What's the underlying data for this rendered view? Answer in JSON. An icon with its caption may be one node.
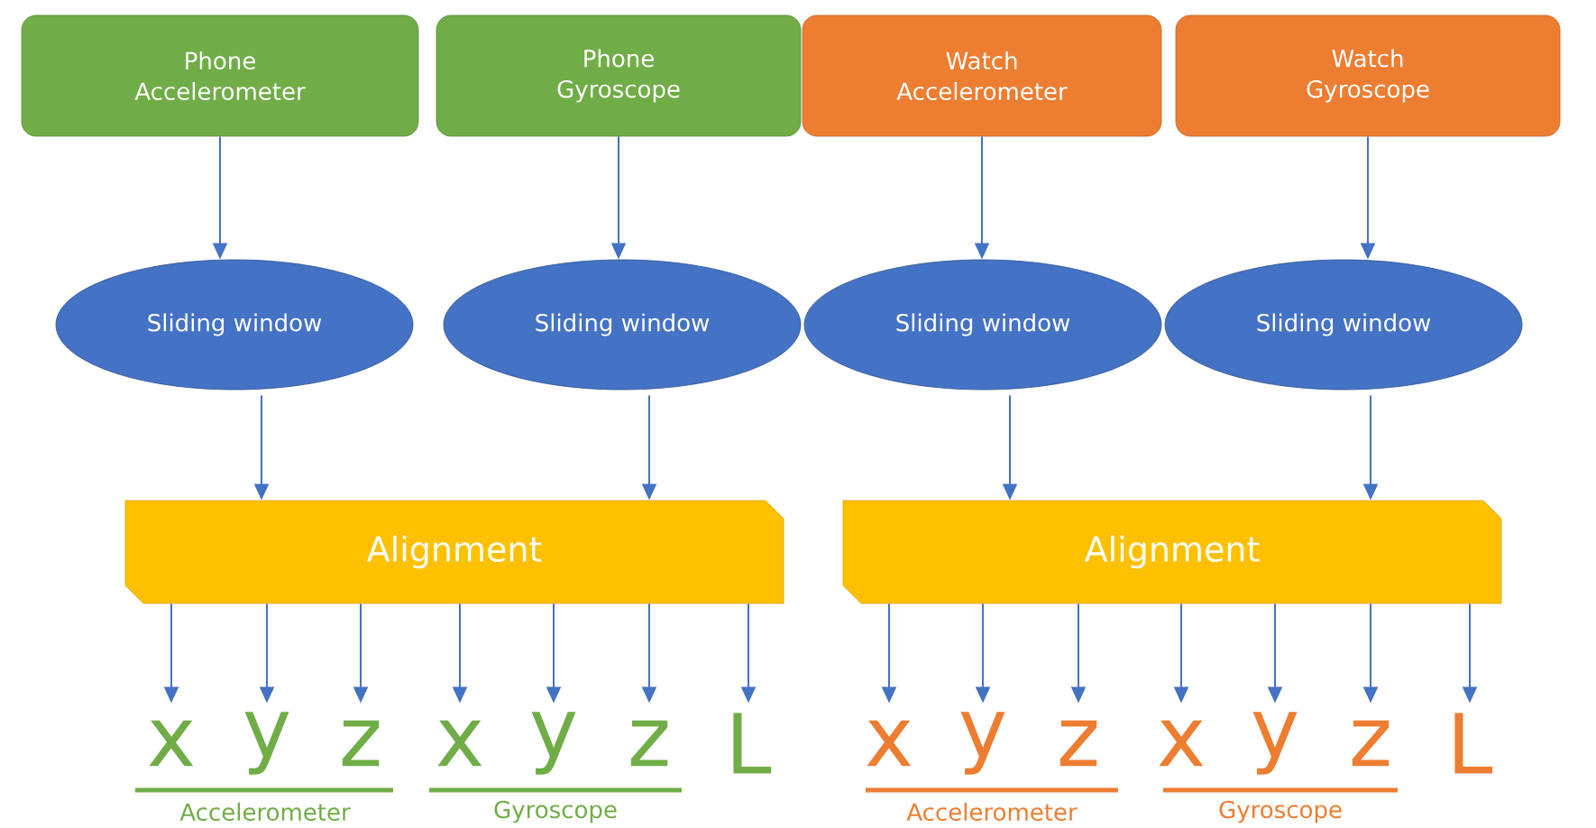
{
  "diagram": {
    "nodes": [
      {
        "text": [
          "Phone Accelerometer"
        ]
      },
      {
        "text": [
          "Phone Gyroscope"
        ]
      },
      {
        "text": [
          "Watch Accelerometer"
        ]
      },
      {
        "text": [
          "Watch Gyroscope"
        ]
      },
      {
        "text": [
          "Sliding window"
        ]
      },
      {
        "text": [
          "Sliding window"
        ]
      },
      {
        "text": [
          "Sliding window"
        ]
      },
      {
        "text": [
          "Sliding window"
        ]
      },
      {
        "text": [
          "Alignment"
        ]
      },
      {
        "text": [
          "Alignment"
        ]
      },
      {
        "text": [
          "x"
        ]
      },
      {
        "text": [
          "y"
        ]
      },
      {
        "text": [
          "z"
        ]
      },
      {
        "text": [
          "x"
        ]
      },
      {
        "text": [
          "y"
        ]
      },
      {
        "text": [
          "z"
        ]
      },
      {
        "text": [
          "L"
        ]
      },
      {
        "text": [
          "x"
        ]
      },
      {
        "text": [
          "y"
        ]
      },
      {
        "text": [
          "z"
        ]
      },
      {
        "text": [
          "x"
        ]
      },
      {
        "text": [
          "y"
        ]
      },
      {
        "text": [
          "z"
        ]
      },
      {
        "text": [
          "L"
        ]
      }
    ],
    "edges": [
      {
        "from": 0,
        "to": 4,
        "arrow": "to"
      },
      {
        "from": 1,
        "to": 5,
        "arrow": "to"
      },
      {
        "from": 2,
        "to": 6,
        "arrow": "to"
      },
      {
        "from": 3,
        "to": 7,
        "arrow": "to"
      },
      {
        "from": 4,
        "to": 8,
        "arrow": "to"
      },
      {
        "from": 5,
        "to": 8,
        "arrow": "to"
      },
      {
        "from": 6,
        "to": 9,
        "arrow": "to"
      },
      {
        "from": 7,
        "to": 9,
        "arrow": "to"
      },
      {
        "from": 8,
        "to": 10,
        "arrow": "to"
      },
      {
        "from": 8,
        "to": 11,
        "arrow": "to"
      },
      {
        "from": 8,
        "to": 12,
        "arrow": "to"
      },
      {
        "from": 8,
        "to": 13,
        "arrow": "to"
      },
      {
        "from": 8,
        "to": 14,
        "arrow": "to"
      },
      {
        "from": 8,
        "to": 15,
        "arrow": "to"
      },
      {
        "from": 8,
        "to": 16,
        "arrow": "to"
      },
      {
        "from": 9,
        "to": 17,
        "arrow": "to"
      },
      {
        "from": 9,
        "to": 18,
        "arrow": "to"
      },
      {
        "from": 9,
        "to": 19,
        "arrow": "to"
      },
      {
        "from": 9,
        "to": 20,
        "arrow": "to"
      },
      {
        "from": 9,
        "to": 21,
        "arrow": "to"
      },
      {
        "from": 9,
        "to": 22,
        "arrow": "to"
      },
      {
        "from": 9,
        "to": 23,
        "arrow": "to"
      }
    ],
    "labels": [
      "Accelerometer",
      "Gyroscope",
      "Accelerometer",
      "Gyroscope"
    ]
  }
}
